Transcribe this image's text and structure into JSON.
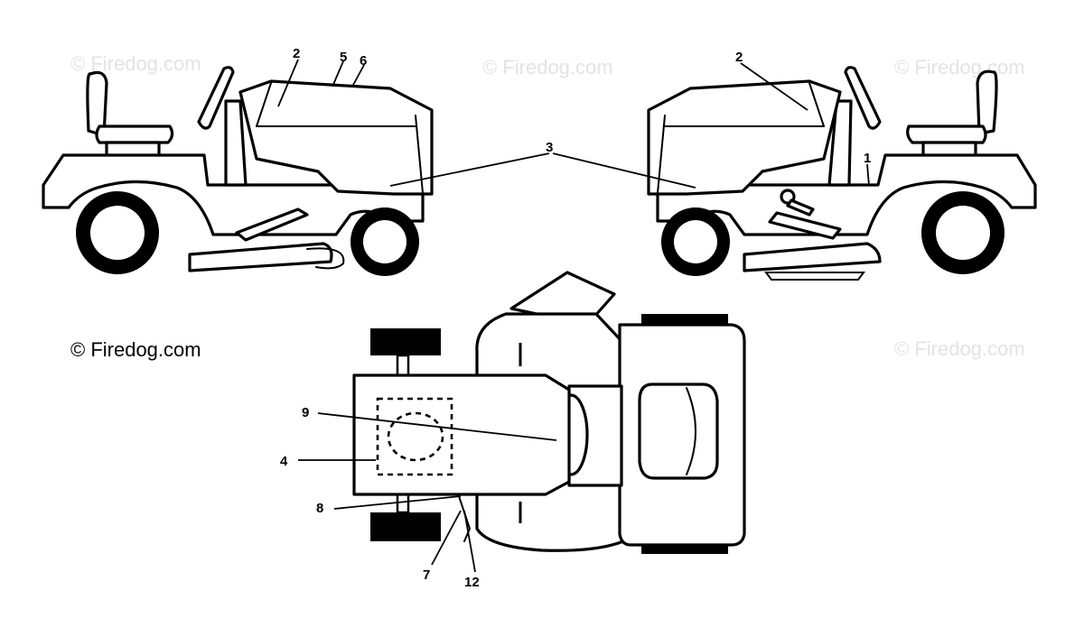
{
  "watermark_text": "© Firedog.com",
  "copyright_text": "© Firedog.com",
  "callouts": {
    "c1": "1",
    "c2": "2",
    "c3": "3",
    "c4": "4",
    "c5": "5",
    "c6": "6",
    "c7": "7",
    "c8": "8",
    "c9": "9",
    "c12": "12"
  },
  "colors": {
    "line": "#000000",
    "background": "#ffffff",
    "watermark": "#e3e3e3"
  }
}
